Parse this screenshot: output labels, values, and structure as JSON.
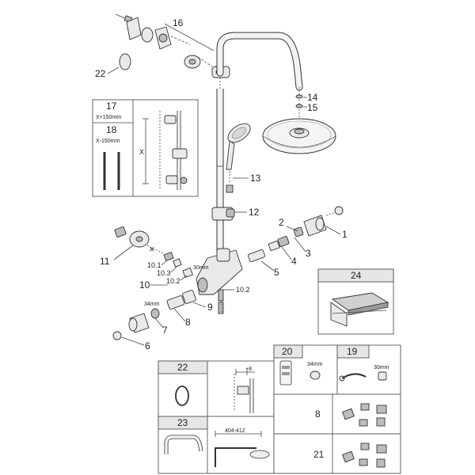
{
  "callouts": {
    "c1": "1",
    "c2": "2",
    "c3": "3",
    "c4": "4",
    "c5": "5",
    "c6": "6",
    "c7": "7",
    "c8": "8",
    "c9": "9",
    "c10": "10",
    "c10_1": "10.1",
    "c10_2": "10.2",
    "c10_2b": "10.2",
    "c10_3": "10.3",
    "c11": "11",
    "c12": "12",
    "c13": "13",
    "c14": "14",
    "c15": "15",
    "c16": "16",
    "c22": "22"
  },
  "measures": {
    "m30": "30mm",
    "m34": "34mm"
  },
  "inset_box": {
    "ref17": "17",
    "ref17_spec": "X+150mm",
    "ref18": "18",
    "ref18_spec": "X-150mm",
    "x_label": "X"
  },
  "panels": {
    "p24": "24",
    "p20": "20",
    "p20_spec": "34mm",
    "p19": "19",
    "p19_spec": "30mm",
    "p22": "22",
    "p22_dim": "+8",
    "p23": "23",
    "p23_dim": "404-412",
    "p8": "8",
    "p21": "21"
  }
}
